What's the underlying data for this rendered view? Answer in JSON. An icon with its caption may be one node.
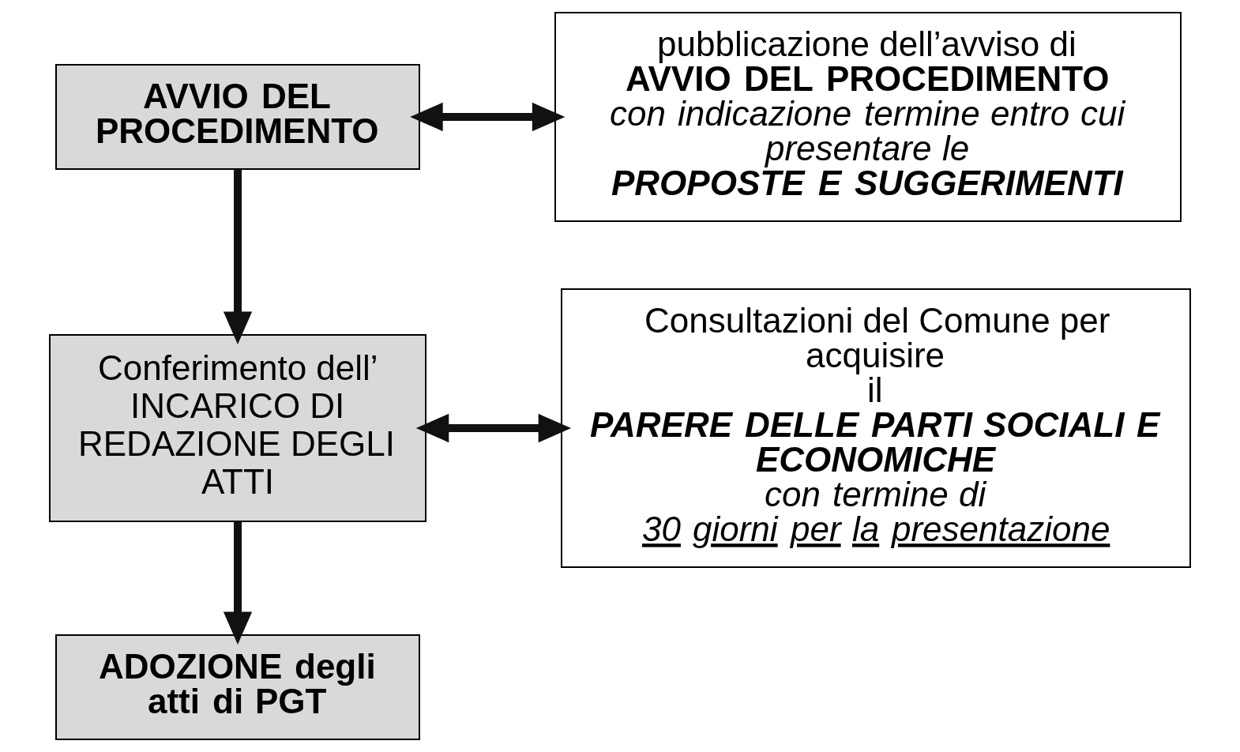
{
  "diagram": {
    "nodes": [
      {
        "text": [
          "AVVIO DEL PROCEDIMENTO"
        ]
      },
      {
        "text": [
          "pubblicazione dell’avviso di",
          "AVVIO DEL PROCEDIMENTO",
          "con indicazione termine entro cui presentare le",
          "PROPOSTE E SUGGERIMENTI"
        ]
      },
      {
        "text": [
          "Conferimento dell’ INCARICO DI REDAZIONE DEGLI ATTI"
        ]
      },
      {
        "text": [
          "Consultazioni del Comune per acquisire",
          "il",
          "PARERE DELLE PARTI SOCIALI E ECONOMICHE",
          "con termine di",
          "30 giorni per la presentazione"
        ]
      },
      {
        "text": [
          "ADOZIONE degli atti di PGT"
        ]
      }
    ],
    "edges": [
      {
        "from": 0,
        "to": 1,
        "arrow": "both"
      },
      {
        "from": 0,
        "to": 2,
        "arrow": "to"
      },
      {
        "from": 2,
        "to": 3,
        "arrow": "both"
      },
      {
        "from": 2,
        "to": 4,
        "arrow": "to"
      }
    ]
  }
}
